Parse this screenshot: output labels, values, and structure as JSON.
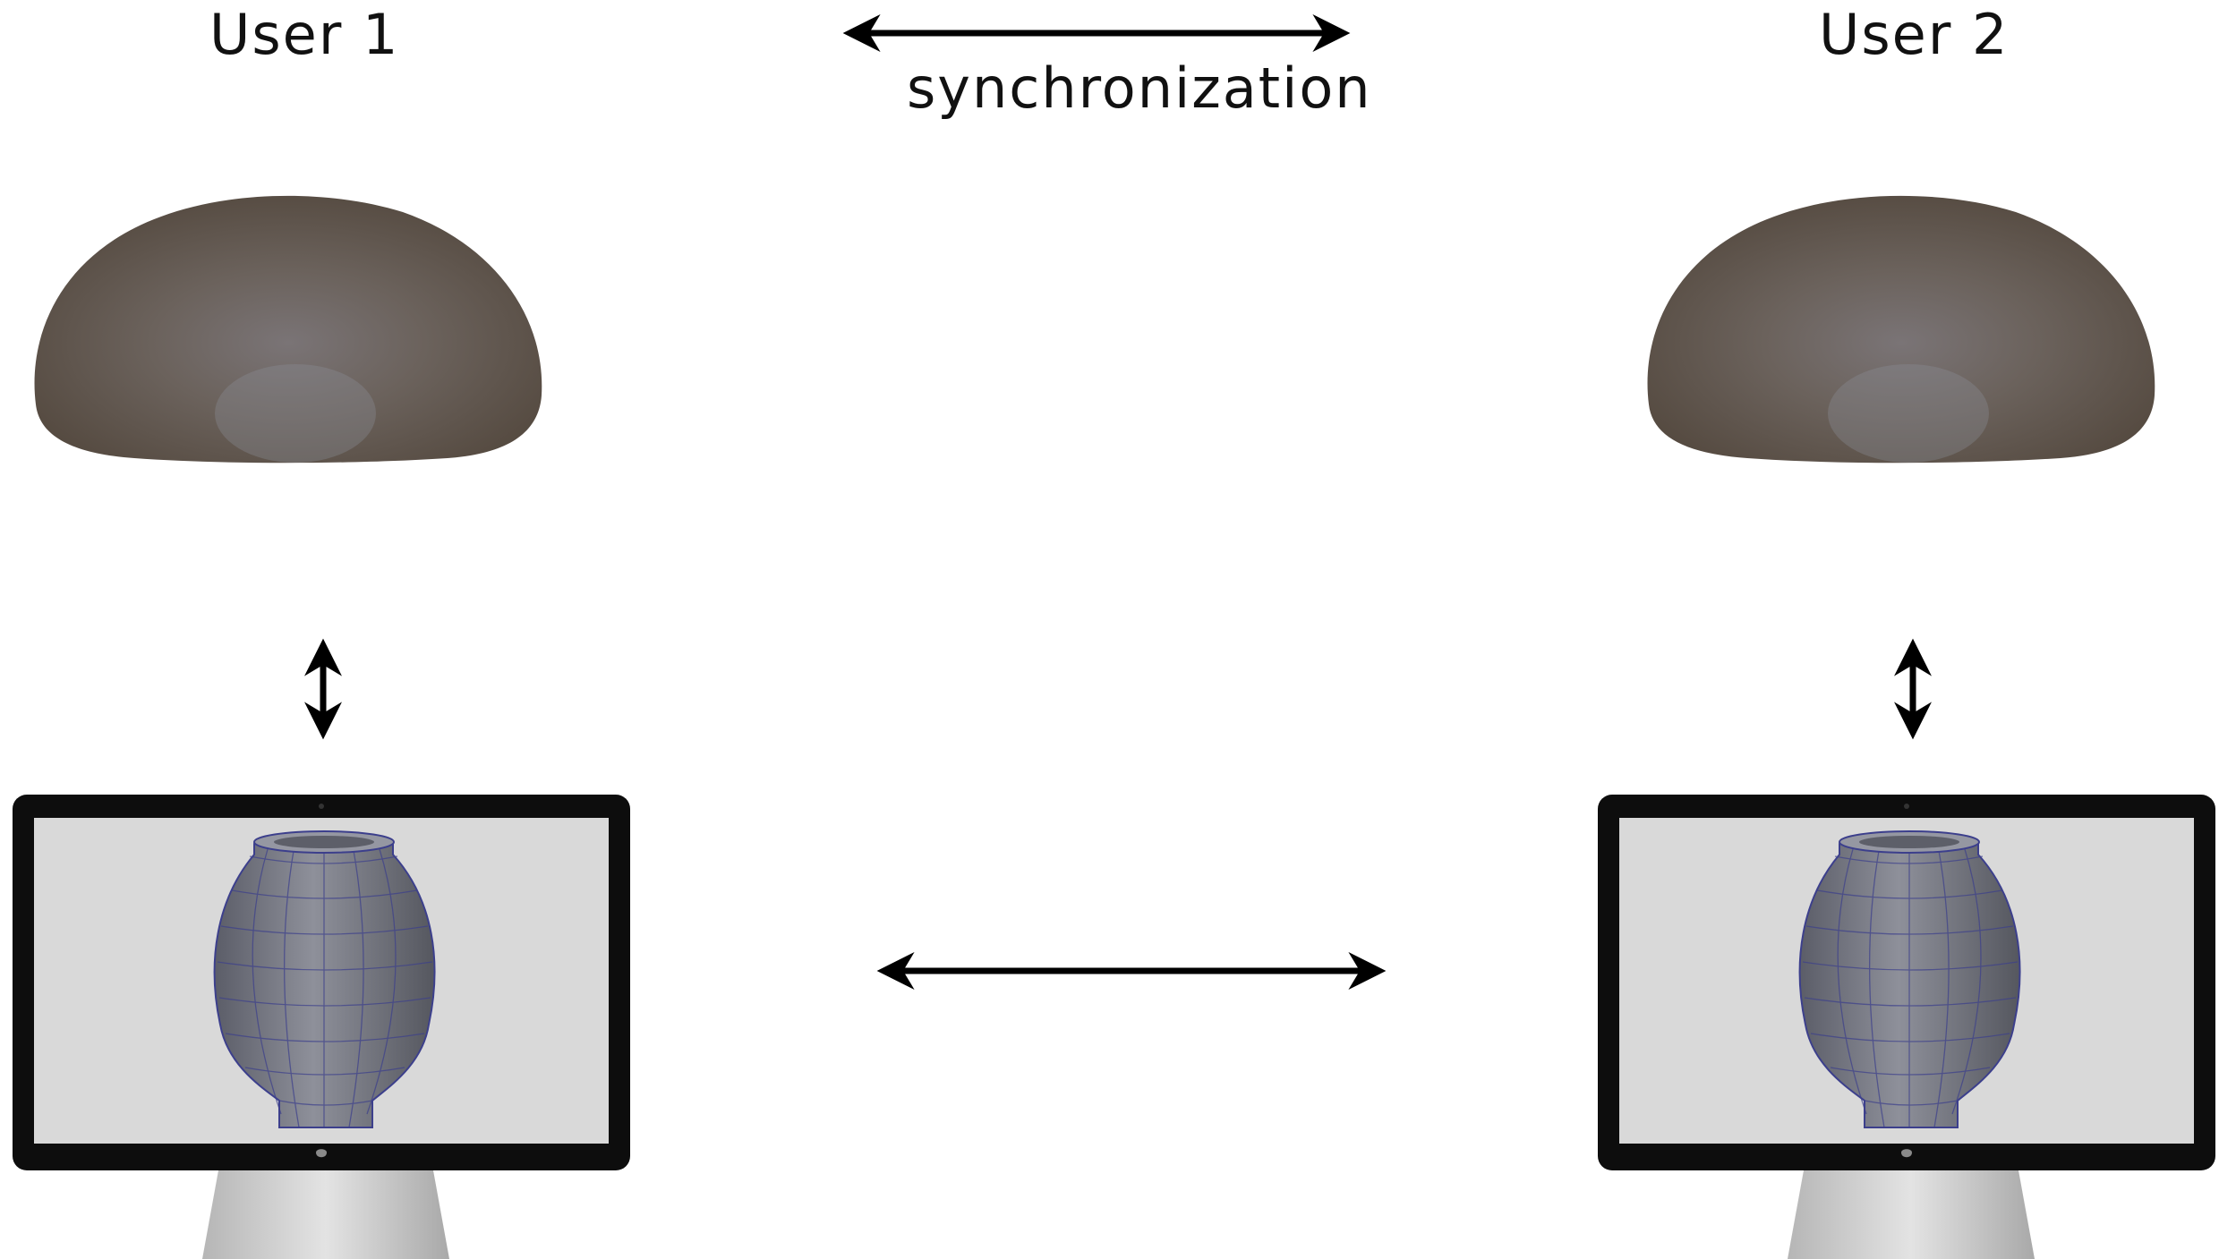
{
  "users": [
    {
      "label": "User 1"
    },
    {
      "label": "User 2"
    }
  ],
  "connection": {
    "label": "synchronization"
  },
  "icons": {
    "physical_object": "clay-lump-icon",
    "display": "monitor-icon",
    "screen_model": "vase-mesh-icon",
    "link": "double-arrow-icon"
  },
  "colors": {
    "clay": "#6b625c",
    "mesh": "#7d7f8a",
    "mesh_lines": "#3c3f8c",
    "screen": "#d9d9d9",
    "bezel": "#111111",
    "stand": "#c8c8c8"
  }
}
